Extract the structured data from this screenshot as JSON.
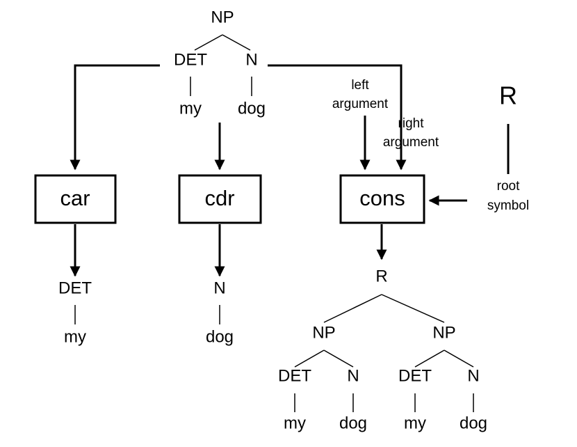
{
  "top_tree": {
    "root": "NP",
    "det": "DET",
    "n": "N",
    "my": "my",
    "dog": "dog"
  },
  "functions": {
    "car": "car",
    "cdr": "cdr",
    "cons": "cons"
  },
  "args": {
    "left_1": "left",
    "left_2": "argument",
    "right_1": "right",
    "right_2": "argument"
  },
  "root_symbol": {
    "symbol": "R",
    "label_1": "root",
    "label_2": "symbol"
  },
  "car_result": {
    "det": "DET",
    "my": "my"
  },
  "cdr_result": {
    "n": "N",
    "dog": "dog"
  },
  "cons_result": {
    "root": "R",
    "left_np": "NP",
    "right_np": "NP",
    "left_det": "DET",
    "left_n": "N",
    "left_my": "my",
    "left_dog": "dog",
    "right_det": "DET",
    "right_n": "N",
    "right_my": "my",
    "right_dog": "dog"
  }
}
